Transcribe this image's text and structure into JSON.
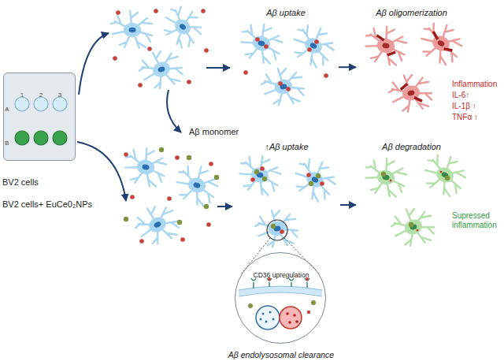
{
  "diagram": {
    "nodes": [
      {
        "text": [
          "BV2 cells",
          "BV2 cells+ EuCe0₂NPs"
        ]
      },
      {
        "text": [
          "Aβ uptake"
        ]
      },
      {
        "text": [
          "Aβ oligomerization"
        ]
      },
      {
        "text": [
          "↑Aβ uptake"
        ]
      },
      {
        "text": [
          "Aβ degradation"
        ]
      },
      {
        "text": [
          "CD36 upregulation",
          "Aβ endolysosomal clearance"
        ]
      }
    ],
    "edges": [
      {
        "from": 1,
        "to": 2,
        "arrow": "to"
      },
      {
        "from": 3,
        "to": 4,
        "arrow": "to"
      }
    ],
    "labels": [
      "1",
      "2",
      "3",
      "A",
      "B",
      "Aβ monomer",
      "Inflammation",
      "IL-6↑",
      "IL-1β ↑",
      "TNFα ↑",
      "Supressed inflammation"
    ]
  }
}
